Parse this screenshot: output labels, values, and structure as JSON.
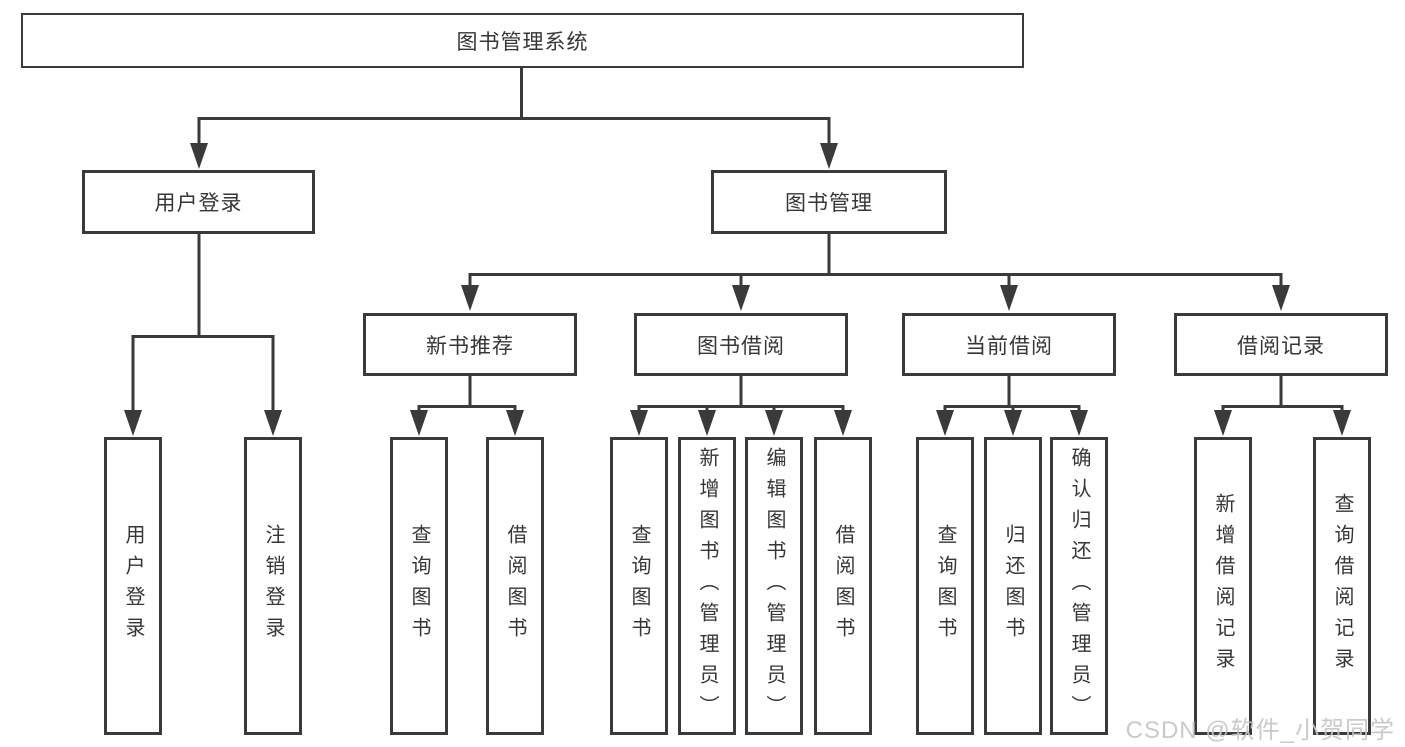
{
  "diagram": {
    "root": {
      "label": "图书管理系统"
    },
    "branches": [
      {
        "label": "用户登录",
        "children": [
          {
            "label": "用户登录"
          },
          {
            "label": "注销登录"
          }
        ]
      },
      {
        "label": "图书管理",
        "children": [
          {
            "label": "新书推荐",
            "children": [
              {
                "label": "查询图书"
              },
              {
                "label": "借阅图书"
              }
            ]
          },
          {
            "label": "图书借阅",
            "children": [
              {
                "label": "查询图书"
              },
              {
                "label": "新增图书（管理员）"
              },
              {
                "label": "编辑图书（管理员）"
              },
              {
                "label": "借阅图书"
              }
            ]
          },
          {
            "label": "当前借阅",
            "children": [
              {
                "label": "查询图书"
              },
              {
                "label": "归还图书"
              },
              {
                "label": "确认归还（管理员）"
              }
            ]
          },
          {
            "label": "借阅记录",
            "children": [
              {
                "label": "新增借阅记录"
              },
              {
                "label": "查询借阅记录"
              }
            ]
          }
        ]
      }
    ]
  },
  "watermark": {
    "text": "CSDN @软件_小贺同学",
    "color": "#c6c6c6"
  },
  "colors": {
    "line": "#3a3a3a",
    "text": "#363636",
    "box_background": "#ffffff",
    "page_background": "#ffffff"
  }
}
